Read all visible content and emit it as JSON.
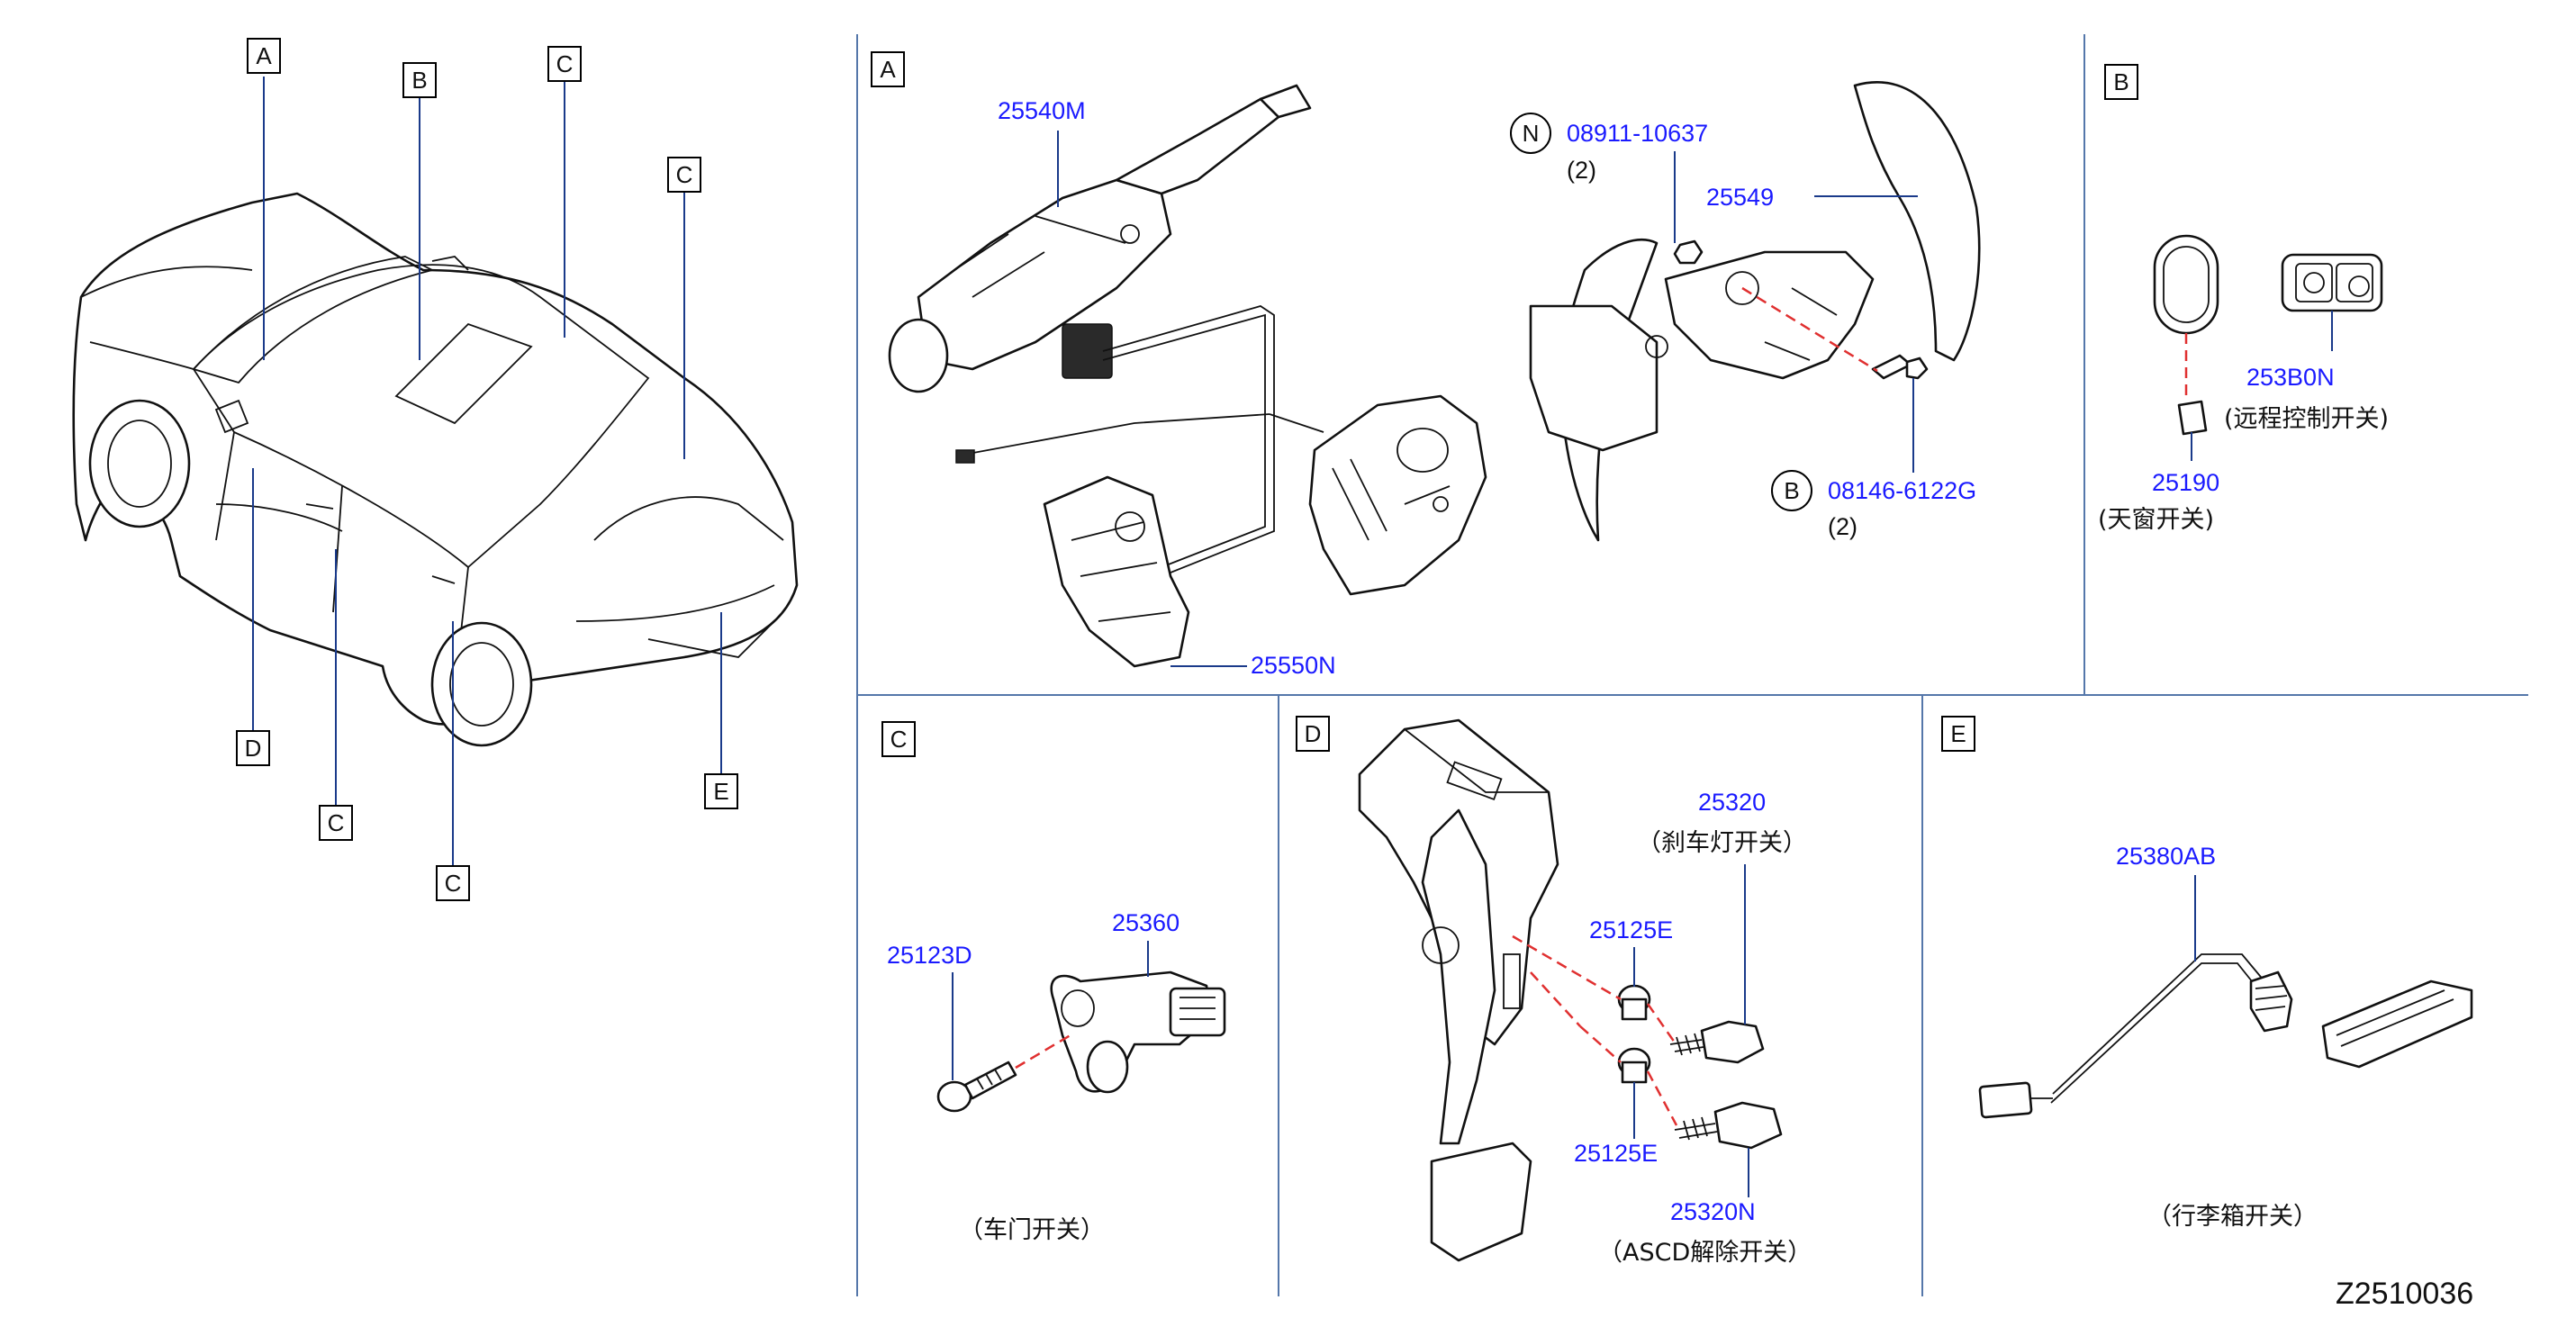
{
  "diagram_code": "Z2510036",
  "vehicle": {
    "callouts": [
      "A",
      "B",
      "C",
      "C",
      "D",
      "C",
      "C",
      "E"
    ]
  },
  "sections": {
    "A": {
      "tag": "A",
      "parts": [
        {
          "number": "25540M"
        },
        {
          "number": "25550N"
        },
        {
          "number": "25549"
        },
        {
          "number": "08911-10637",
          "symbol": "N",
          "qty": "(2)"
        },
        {
          "number": "08146-6122G",
          "symbol": "B",
          "qty": "(2)"
        }
      ]
    },
    "B": {
      "tag": "B",
      "parts": [
        {
          "number": "253B0N",
          "name": "(远程控制开关)"
        },
        {
          "number": "25190",
          "name": "(天窗开关)"
        }
      ]
    },
    "C": {
      "tag": "C",
      "caption": "（车门开关）",
      "parts": [
        {
          "number": "25123D"
        },
        {
          "number": "25360"
        }
      ]
    },
    "D": {
      "tag": "D",
      "caption": "（ASCD解除开关）",
      "parts": [
        {
          "number": "25320",
          "name": "（刹车灯开关）"
        },
        {
          "number": "25125E"
        },
        {
          "number": "25125E"
        },
        {
          "number": "25320N"
        }
      ]
    },
    "E": {
      "tag": "E",
      "caption": "（行李箱开关）",
      "parts": [
        {
          "number": "25380AB"
        }
      ]
    }
  },
  "colors": {
    "part_number": "#1a1aff",
    "leader_line": "#1a3a8a",
    "hidden_line": "#e03030",
    "separator": "#5577aa"
  }
}
